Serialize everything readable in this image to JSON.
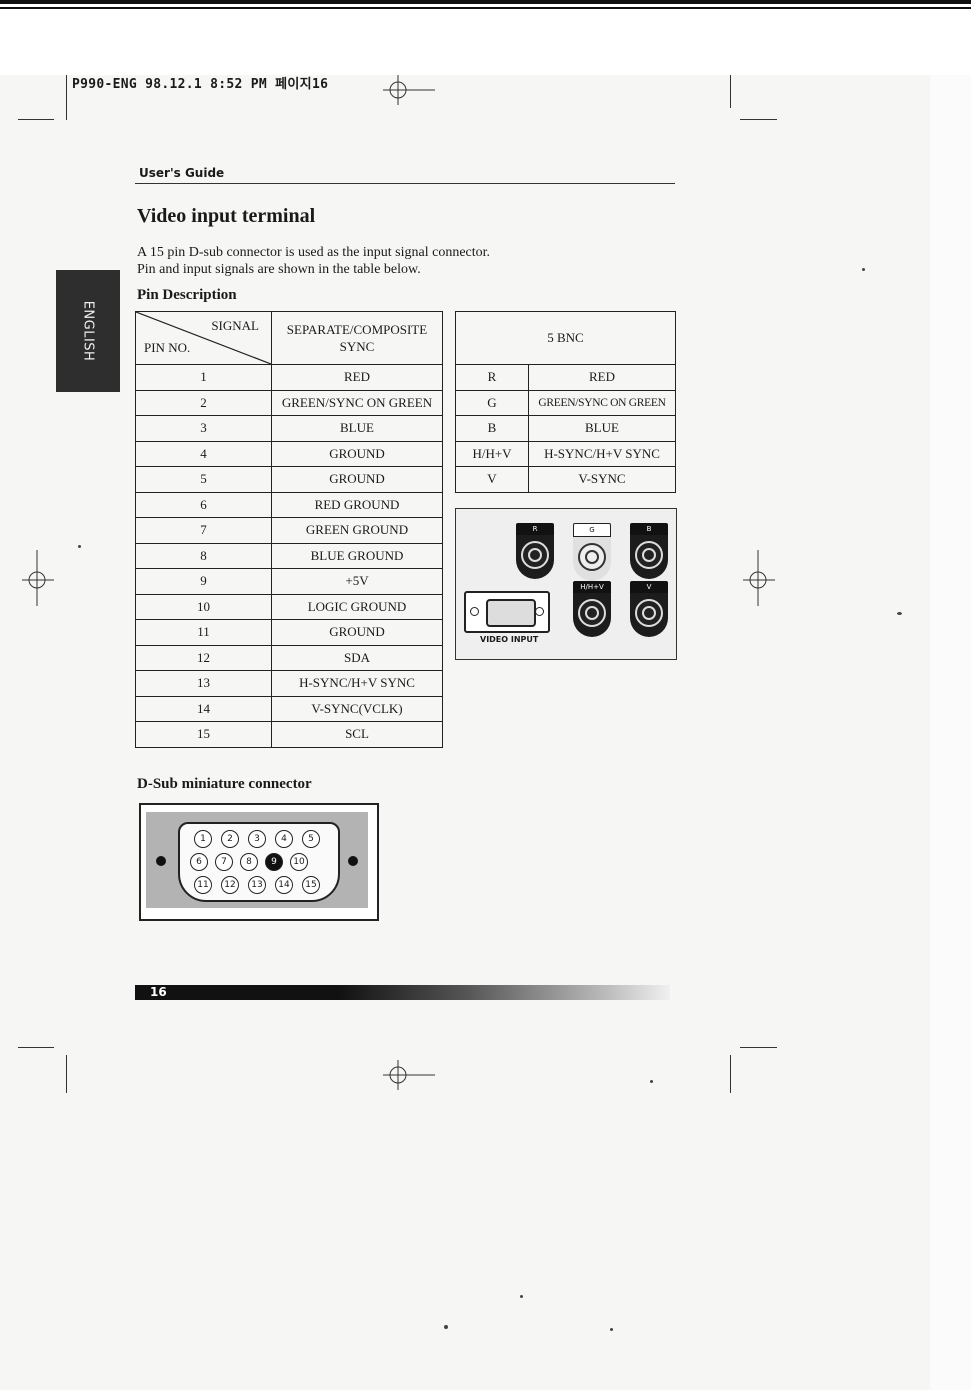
{
  "header": {
    "stamp": "P990-ENG 98.12.1 8:52 PM 페이지16"
  },
  "running_head": "User's Guide",
  "side_tab": "ENGLISH",
  "title": "Video input terminal",
  "intro": [
    "A 15 pin D-sub connector is used as the input signal connector.",
    "Pin and input signals are shown in the table below."
  ],
  "pin_description_heading": "Pin Description",
  "pin_table": {
    "header_signal": "SIGNAL",
    "header_pin": "PIN NO.",
    "header_col": "SEPARATE/COMPOSITE SYNC",
    "rows": [
      {
        "pin": "1",
        "signal": "RED"
      },
      {
        "pin": "2",
        "signal": "GREEN/SYNC ON GREEN"
      },
      {
        "pin": "3",
        "signal": "BLUE"
      },
      {
        "pin": "4",
        "signal": "GROUND"
      },
      {
        "pin": "5",
        "signal": "GROUND"
      },
      {
        "pin": "6",
        "signal": "RED GROUND"
      },
      {
        "pin": "7",
        "signal": "GREEN GROUND"
      },
      {
        "pin": "8",
        "signal": "BLUE GROUND"
      },
      {
        "pin": "9",
        "signal": "+5V"
      },
      {
        "pin": "10",
        "signal": "LOGIC GROUND"
      },
      {
        "pin": "11",
        "signal": "GROUND"
      },
      {
        "pin": "12",
        "signal": "SDA"
      },
      {
        "pin": "13",
        "signal": "H-SYNC/H+V SYNC"
      },
      {
        "pin": "14",
        "signal": "V-SYNC(VCLK)"
      },
      {
        "pin": "15",
        "signal": "SCL"
      }
    ]
  },
  "bnc_table": {
    "header": "5 BNC",
    "rows": [
      {
        "key": "R",
        "signal": "RED"
      },
      {
        "key": "G",
        "signal": "GREEN/SYNC ON GREEN"
      },
      {
        "key": "B",
        "signal": "BLUE"
      },
      {
        "key": "H/H+V",
        "signal": "H-SYNC/H+V SYNC"
      },
      {
        "key": "V",
        "signal": "V-SYNC"
      }
    ]
  },
  "panel": {
    "video_label": "VIDEO INPUT",
    "bnc_labels": {
      "r": "R",
      "g": "G",
      "b": "B",
      "hv": "H/H+V",
      "v": "V"
    }
  },
  "dsub_heading": "D-Sub miniature connector",
  "dsub_pins": [
    "1",
    "2",
    "3",
    "4",
    "5",
    "6",
    "7",
    "8",
    "9",
    "10",
    "11",
    "12",
    "13",
    "14",
    "15"
  ],
  "page_number": "16"
}
